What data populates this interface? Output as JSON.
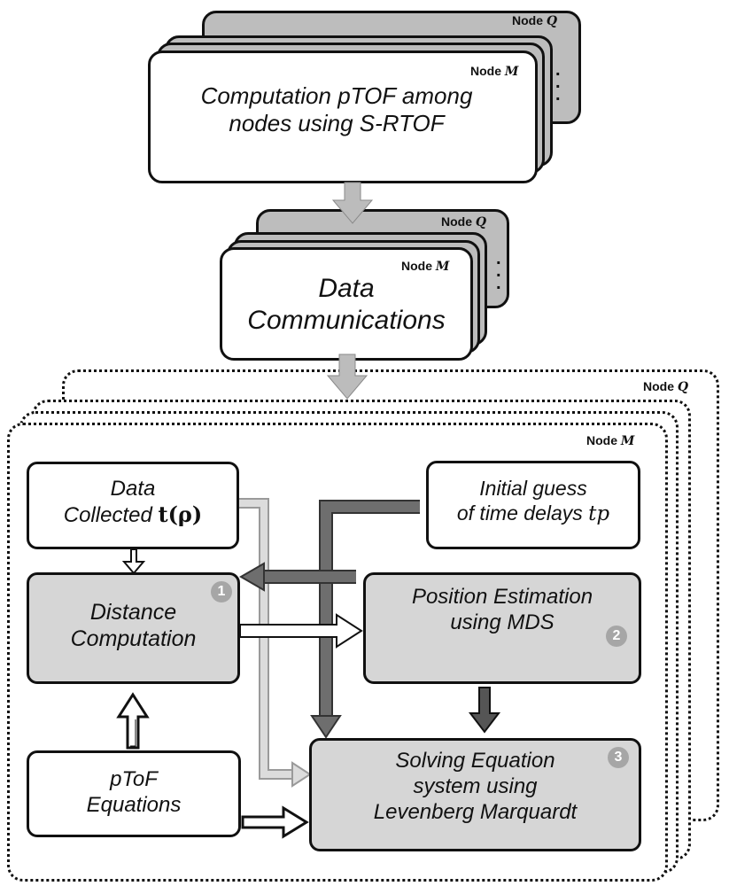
{
  "top": {
    "node_q": "Node Q",
    "node_m": "Node M",
    "line1": "Computation pTOF among",
    "line2": "nodes using S-RTOF"
  },
  "middle": {
    "node_q": "Node Q",
    "node_m": "Node M",
    "line1": "Data",
    "line2": "Communications"
  },
  "outer": {
    "node_q": "Node Q",
    "node_m": "Node M"
  },
  "blocks": {
    "data_collected": {
      "line1": "Data",
      "line2_prefix": "Collected ",
      "line2_math": "t(ρ)"
    },
    "initial_guess": {
      "line1": "Initial guess",
      "line2_prefix": "of time delays ",
      "line2_math": "tp"
    },
    "distance": {
      "line1": "Distance",
      "line2": "Computation",
      "badge": "1"
    },
    "position": {
      "line1": "Position Estimation",
      "line2": "using MDS",
      "badge": "2"
    },
    "solving": {
      "line1": "Solving Equation",
      "line2": "system using",
      "line3": "Levenberg Marquardt",
      "badge": "3"
    },
    "ptof": {
      "line1": "pToF",
      "line2": "Equations"
    }
  },
  "colors": {
    "dark_arrow": "#6e6e6e",
    "light_arrow": "#bcbcbc",
    "box_grey": "#d6d6d6",
    "stack_grey": "#bdbdbd"
  }
}
